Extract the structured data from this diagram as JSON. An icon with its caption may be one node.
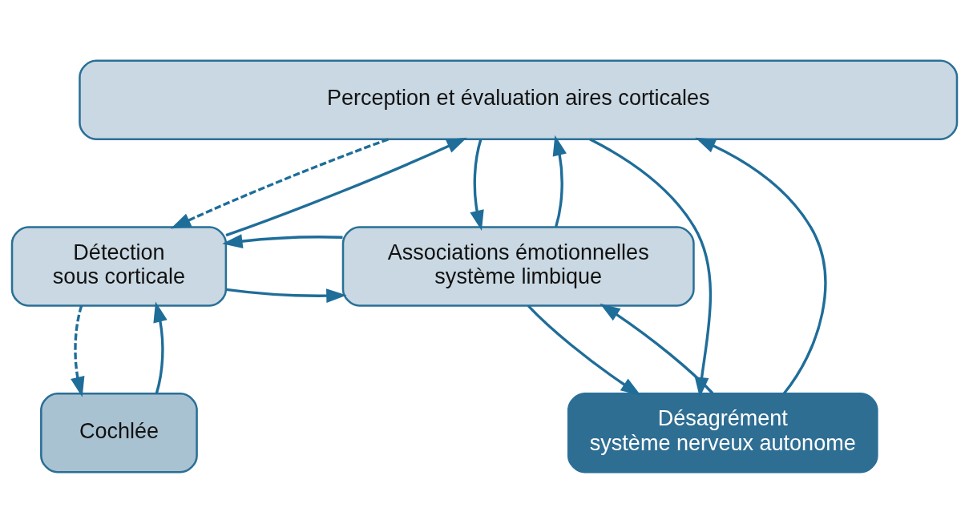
{
  "diagram": {
    "nodes": [
      {
        "text": [
          "Perception et évaluation aires corticales"
        ]
      },
      {
        "text": [
          "Détection sous corticale"
        ]
      },
      {
        "text": [
          "Associations émotionnelles système limbique"
        ]
      },
      {
        "text": [
          "Cochlée"
        ]
      },
      {
        "text": [
          "Désagrément système nerveux autonome"
        ]
      }
    ],
    "edges": [
      {
        "from": 1,
        "to": 0,
        "arrow": "to"
      },
      {
        "from": 0,
        "to": 1,
        "arrow": "to",
        "style": "dashed"
      },
      {
        "from": 1,
        "to": 2,
        "arrow": "to"
      },
      {
        "from": 2,
        "to": 1,
        "arrow": "to"
      },
      {
        "from": 2,
        "to": 0,
        "arrow": "to"
      },
      {
        "from": 0,
        "to": 2,
        "arrow": "to"
      },
      {
        "from": 3,
        "to": 1,
        "arrow": "to"
      },
      {
        "from": 1,
        "to": 3,
        "arrow": "to",
        "style": "dashed"
      },
      {
        "from": 4,
        "to": 2,
        "arrow": "to"
      },
      {
        "from": 2,
        "to": 4,
        "arrow": "to"
      },
      {
        "from": 0,
        "to": 4,
        "arrow": "to"
      },
      {
        "from": 4,
        "to": 0,
        "arrow": "to"
      }
    ]
  }
}
